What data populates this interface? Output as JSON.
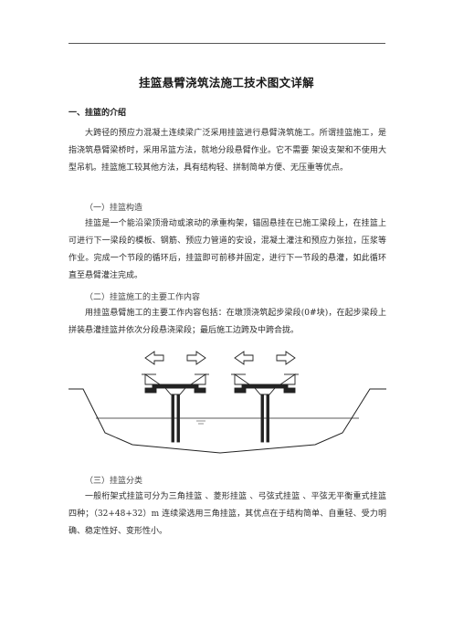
{
  "document": {
    "title": "挂篮悬臂浇筑法施工技术图文详解",
    "section1_heading": "一、挂篮的介绍",
    "intro_paragraph": "大跨径的预应力混凝土连续梁广泛采用挂篮进行悬臂浇筑施工。所谓挂篮施工，是指浇筑悬臂梁桥时，采用吊篮方法，就地分段悬臂作业。它不需要 架设支架和不使用大型吊机。挂篮施工较其他方法，具有结构轻、拼制简单方便、无压重等优点。",
    "sub1_heading": "（一）挂篮构造",
    "sub1_paragraph": "挂篮是一个能沿梁顶滑动或滚动的承重构架，锚固悬挂在已施工梁段上，在挂篮上可进行下一梁段的模板、钢筋、预应力管道的安设，混凝土灌注和预应力张拉，压浆等作业。完成一个节段的循环后，挂篮即可前移并固定，进行下一节段的悬灌，如此循环直至悬臂灌注完成。",
    "sub2_heading": "（二）挂篮施工的主要工作内容",
    "sub2_paragraph": "用挂篮悬臂施工的主要工作内容包括：在墩顶浇筑起步梁段(0#块)，在起步梁段上拼装悬灌挂篮并依次分段悬浇梁段；最后施工边跨及中跨合拢。",
    "sub3_heading": "（三）挂篮分类",
    "sub3_paragraph": "一般桁架式挂篮可分为三角挂篮 、菱形挂篮 、弓弦式挂篮 、平弦无平衡重式挂篮四种；（32+48+32）m 连续梁选用三角挂篮，其优点在于结构简单、自重轻、受力明确、稳定性好、变形性小。"
  },
  "figure": {
    "description_icon": "bridge-cantilever-diagram",
    "arrow_direction": "outward"
  },
  "colors": {
    "text": "#2b2b2b",
    "line": "#222222"
  }
}
